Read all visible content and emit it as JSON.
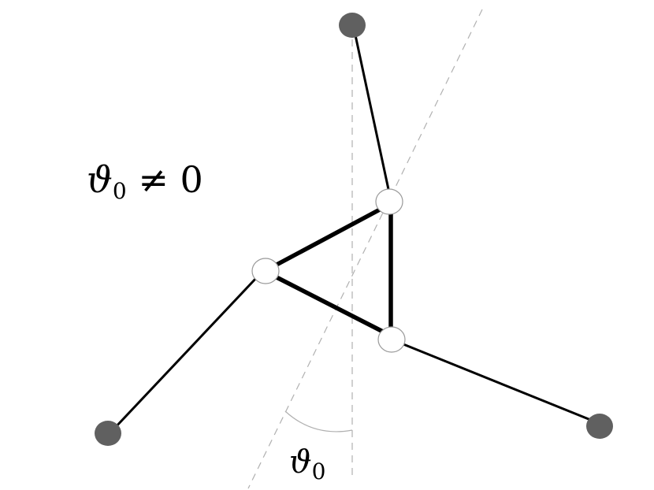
{
  "labels": {
    "main_symbol": "ϑ",
    "main_subscript": "0",
    "main_rest": " ≠ 0",
    "angle_symbol": "ϑ",
    "angle_subscript": "0"
  },
  "colors": {
    "background": "#ffffff",
    "edge": "#000000",
    "guide": "#b0b0b0",
    "outer_node": "#606060",
    "inner_node_fill": "#ffffff",
    "inner_node_stroke": "#999999"
  }
}
